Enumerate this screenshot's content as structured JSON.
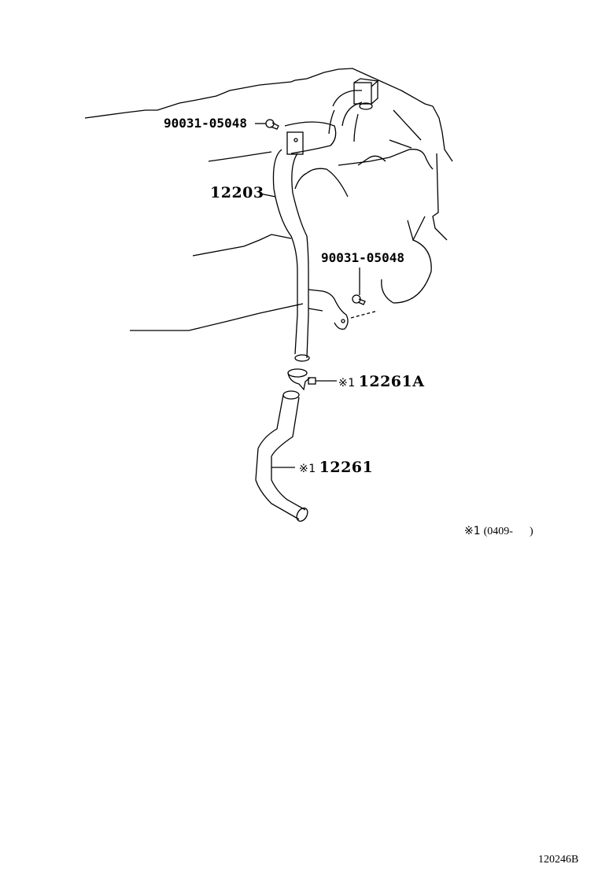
{
  "diagram": {
    "type": "parts-illustration",
    "subject": "Ventilation hose / breather pipe assembly",
    "callouts": [
      {
        "id": "bolt-upper",
        "part_number": "90031-05048"
      },
      {
        "id": "pipe",
        "part_number": "12203"
      },
      {
        "id": "bolt-lower",
        "part_number": "90031-05048"
      },
      {
        "id": "clamp",
        "mark": "※1",
        "part_number": "12261A"
      },
      {
        "id": "hose",
        "mark": "※1",
        "part_number": "12261"
      }
    ],
    "footnote": {
      "mark": "※1",
      "text": "(0409-      )"
    },
    "figure_id": "120246B"
  }
}
